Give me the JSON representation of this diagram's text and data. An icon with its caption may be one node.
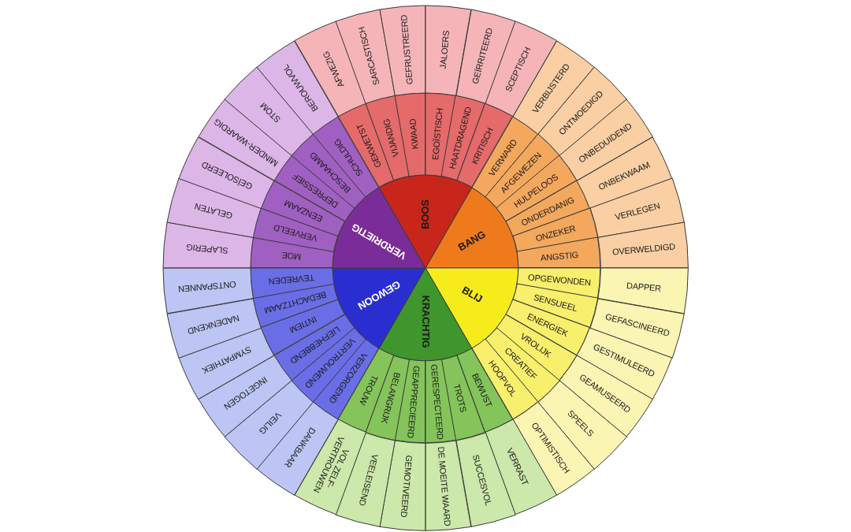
{
  "diagram": {
    "nodes": [
      {
        "text": [
          "BOOS"
        ]
      },
      {
        "text": [
          "BANG"
        ]
      },
      {
        "text": [
          "BLIJ"
        ]
      },
      {
        "text": [
          "KRACHTIG"
        ]
      },
      {
        "text": [
          "GEWOON"
        ]
      },
      {
        "text": [
          "VERDRIETIG"
        ]
      },
      {
        "text": [
          "GEKWETST"
        ]
      },
      {
        "text": [
          "VIJANDIG"
        ]
      },
      {
        "text": [
          "KWAAD"
        ]
      },
      {
        "text": [
          "EGOÏSTISCH"
        ]
      },
      {
        "text": [
          "HAATDRAGEND"
        ]
      },
      {
        "text": [
          "KRITISCH"
        ]
      },
      {
        "text": [
          "VERWARD"
        ]
      },
      {
        "text": [
          "AFGEWEZEN"
        ]
      },
      {
        "text": [
          "HULPELOOS"
        ]
      },
      {
        "text": [
          "ONDERDANIG"
        ]
      },
      {
        "text": [
          "ONZEKER"
        ]
      },
      {
        "text": [
          "ANGSTIG"
        ]
      },
      {
        "text": [
          "OPGEWONDEN"
        ]
      },
      {
        "text": [
          "SENSUEEL"
        ]
      },
      {
        "text": [
          "ENERGIEK"
        ]
      },
      {
        "text": [
          "VROLIJK"
        ]
      },
      {
        "text": [
          "CREATIEF"
        ]
      },
      {
        "text": [
          "HOOPVOL"
        ]
      },
      {
        "text": [
          "BEWUST"
        ]
      },
      {
        "text": [
          "TROTS"
        ]
      },
      {
        "text": [
          "GERESPECTEERD"
        ]
      },
      {
        "text": [
          "GEAPPRECIEERD"
        ]
      },
      {
        "text": [
          "BELANGRIJK"
        ]
      },
      {
        "text": [
          "TROUW"
        ]
      },
      {
        "text": [
          "VERZORGEND"
        ]
      },
      {
        "text": [
          "VERTROUWEND"
        ]
      },
      {
        "text": [
          "LIEFHEBBEND"
        ]
      },
      {
        "text": [
          "INTIEM"
        ]
      },
      {
        "text": [
          "BEDACHTZAAM"
        ]
      },
      {
        "text": [
          "TEVREDEN"
        ]
      },
      {
        "text": [
          "MOE"
        ]
      },
      {
        "text": [
          "VERVEELD"
        ]
      },
      {
        "text": [
          "EENZAAM"
        ]
      },
      {
        "text": [
          "DEPRESSIEF"
        ]
      },
      {
        "text": [
          "BESCHAAMD"
        ]
      },
      {
        "text": [
          "SCHULDIG"
        ]
      },
      {
        "text": [
          "AFWEZIG"
        ]
      },
      {
        "text": [
          "SARCASTISCH"
        ]
      },
      {
        "text": [
          "GEFRUSTREERD"
        ]
      },
      {
        "text": [
          "JALOERS"
        ]
      },
      {
        "text": [
          "GEÏRRITEERD"
        ]
      },
      {
        "text": [
          "SCEPTISCH"
        ]
      },
      {
        "text": [
          "VERBIJSTERD"
        ]
      },
      {
        "text": [
          "ONTMOEDIGD"
        ]
      },
      {
        "text": [
          "ONBEDUIDEND"
        ]
      },
      {
        "text": [
          "ONBEKWAAM"
        ]
      },
      {
        "text": [
          "VERLEGEN"
        ]
      },
      {
        "text": [
          "OVERWELDIGD"
        ]
      },
      {
        "text": [
          "DAPPER"
        ]
      },
      {
        "text": [
          "GEFASCINEERD"
        ]
      },
      {
        "text": [
          "GESTIMULEERD"
        ]
      },
      {
        "text": [
          "GEAMUSEERD"
        ]
      },
      {
        "text": [
          "SPEELS"
        ]
      },
      {
        "text": [
          "OPTIMISTISCH"
        ]
      },
      {
        "text": [
          "VERRAST"
        ]
      },
      {
        "text": [
          "SUCCESVOL"
        ]
      },
      {
        "text": [
          "DE MOEITE WAARD"
        ]
      },
      {
        "text": [
          "GEMOTIVEERD"
        ]
      },
      {
        "text": [
          "VEELEISEND"
        ]
      },
      {
        "text": [
          "VOL ZELF-VERTROUWEN"
        ]
      },
      {
        "text": [
          "DANKBAAR"
        ]
      },
      {
        "text": [
          "VEILIG"
        ]
      },
      {
        "text": [
          "INGETOGEN"
        ]
      },
      {
        "text": [
          "SYMPATHIEK"
        ]
      },
      {
        "text": [
          "NADENKEND"
        ]
      },
      {
        "text": [
          "ONTSPANNEN"
        ]
      },
      {
        "text": [
          "SLAPERIG"
        ]
      },
      {
        "text": [
          "GELATEN"
        ]
      },
      {
        "text": [
          "GEÏSOLEERD"
        ]
      },
      {
        "text": [
          "MINDER-WAARDIG"
        ]
      },
      {
        "text": [
          "STOM"
        ]
      },
      {
        "text": [
          "BEROUWVOL"
        ]
      }
    ]
  }
}
